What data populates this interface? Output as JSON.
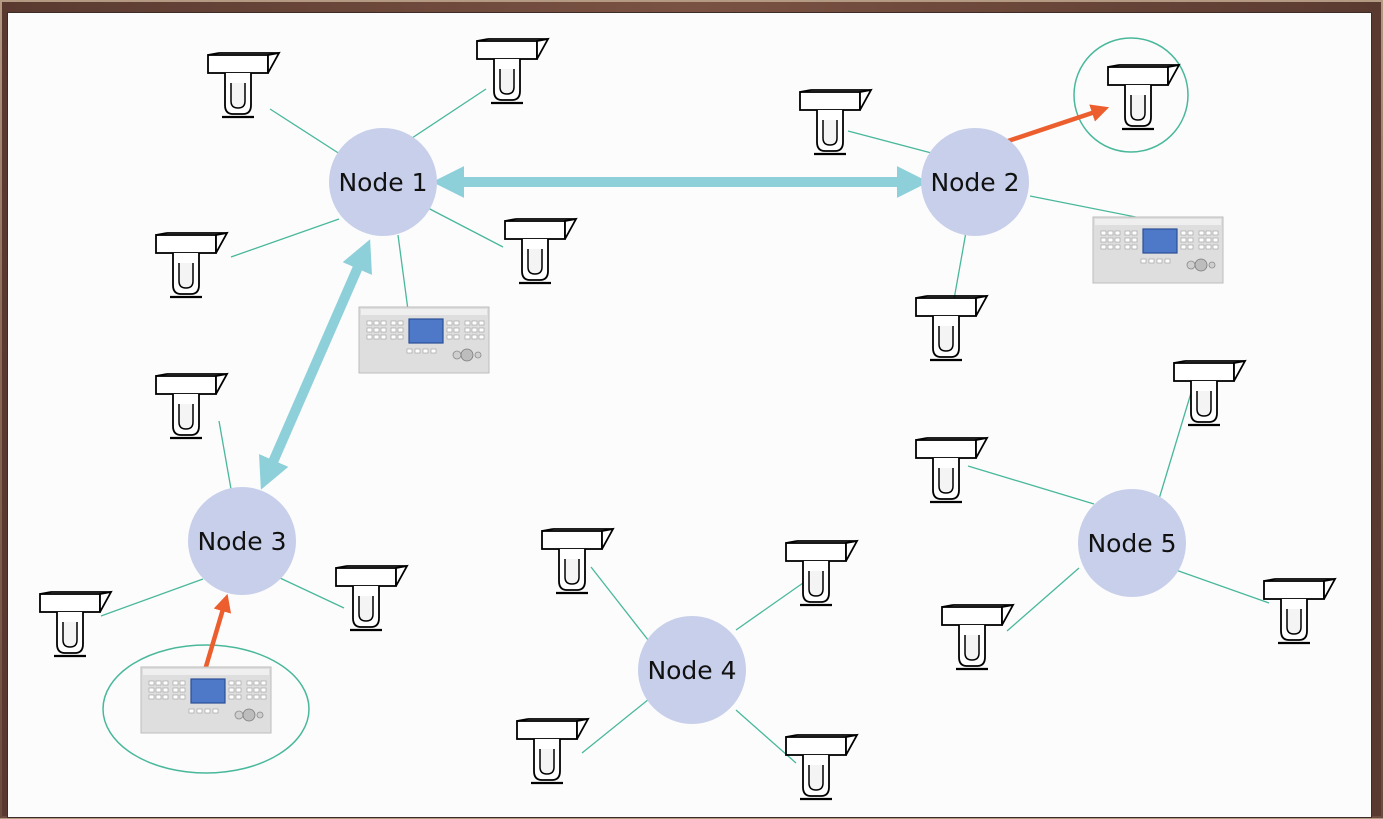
{
  "diagram": {
    "nodes": [
      {
        "id": "node-1",
        "label": "Node 1"
      },
      {
        "id": "node-2",
        "label": "Node 2"
      },
      {
        "id": "node-3",
        "label": "Node 3"
      },
      {
        "id": "node-4",
        "label": "Node 4"
      },
      {
        "id": "node-5",
        "label": "Node 5"
      }
    ],
    "colors": {
      "node_fill": "#c7cfea",
      "link_line": "#49b89a",
      "bidirectional_arrow": "#8dd0d9",
      "highlight_arrow": "#ec5e2e",
      "highlight_circle": "#49b89a"
    },
    "icons": [
      "moving-head-light-icon",
      "lighting-console-icon"
    ]
  }
}
